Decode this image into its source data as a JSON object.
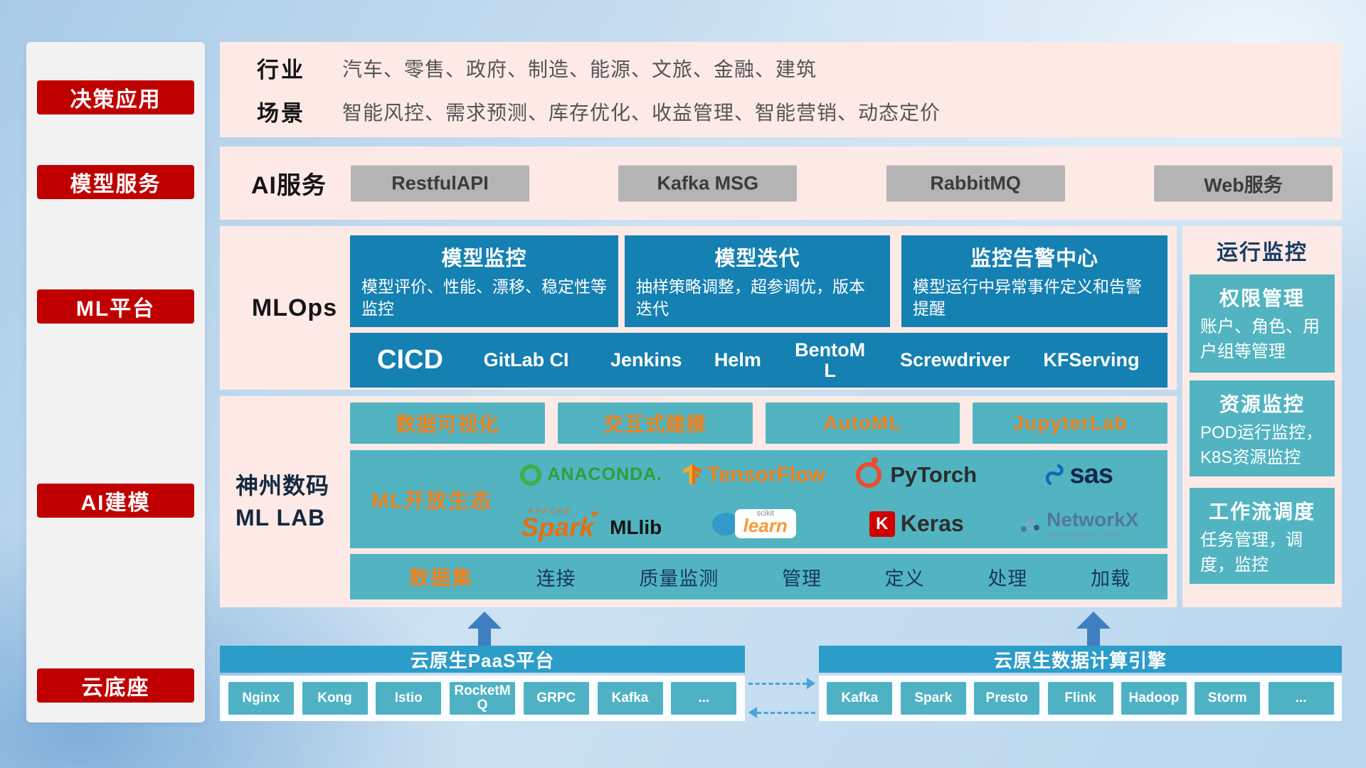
{
  "colors": {
    "red": "#c00000",
    "panel_pink": "#fdeae7",
    "blue": "#1580b2",
    "teal": "#52b4c1",
    "orange": "#f0831e",
    "bar_blue": "#2c9cc9",
    "gray_button": "#b4b4b4"
  },
  "sidebar": {
    "items": [
      {
        "label": "决策应用"
      },
      {
        "label": "模型服务"
      },
      {
        "label": "ML平台"
      },
      {
        "label": "AI建模"
      },
      {
        "label": "云底座"
      }
    ]
  },
  "industry": {
    "rows": [
      {
        "label": "行业",
        "text": "汽车、零售、政府、制造、能源、文旅、金融、建筑"
      },
      {
        "label": "场景",
        "text": "智能风控、需求预测、库存优化、收益管理、智能营销、动态定价"
      }
    ]
  },
  "ai_service": {
    "label": "AI服务",
    "items": [
      {
        "label": "RestfulAPI"
      },
      {
        "label": "Kafka MSG"
      },
      {
        "label": "RabbitMQ"
      },
      {
        "label": "Web服务"
      }
    ]
  },
  "mlops": {
    "label": "MLOps",
    "cards": [
      {
        "title": "模型监控",
        "desc": "模型评价、性能、漂移、稳定性等监控"
      },
      {
        "title": "模型迭代",
        "desc": "抽样策略调整，超参调优，版本迭代"
      },
      {
        "title": "监控告警中心",
        "desc": "模型运行中异常事件定义和告警提醒"
      }
    ],
    "cicd": {
      "label": "CICD",
      "items": [
        {
          "label": "GitLab CI"
        },
        {
          "label": "Jenkins"
        },
        {
          "label": "Helm"
        },
        {
          "label": "BentoML"
        },
        {
          "label": "Screwdriver"
        },
        {
          "label": "KFServing"
        }
      ]
    }
  },
  "mllab": {
    "label_line1": "神州数码",
    "label_line2": "ML LAB",
    "tools": [
      {
        "label": "数据可视化"
      },
      {
        "label": "交互式建模"
      },
      {
        "label": "AutoML"
      },
      {
        "label": "JupyterLab"
      }
    ],
    "ecosystem": {
      "label": "ML开放生态",
      "logos": {
        "anaconda": {
          "text": "ANACONDA."
        },
        "tensorflow": {
          "text": "TensorFlow"
        },
        "pytorch": {
          "text": "PyTorch"
        },
        "sas": {
          "text": "sas"
        },
        "spark": {
          "apache": "APACHE",
          "text": "Spark",
          "star": "★",
          "lib": "MLlib"
        },
        "sklearn": {
          "small": "scikit",
          "text": "learn"
        },
        "keras": {
          "k": "K",
          "text": "Keras"
        },
        "networkx": {
          "text": "NetworkX",
          "subtitle": "Network Analysis in Python"
        }
      }
    },
    "dataset": {
      "label": "数据集",
      "items": [
        {
          "label": "连接"
        },
        {
          "label": "质量监测"
        },
        {
          "label": "管理"
        },
        {
          "label": "定义"
        },
        {
          "label": "处理"
        },
        {
          "label": "加载"
        }
      ]
    }
  },
  "monitoring": {
    "title": "运行监控",
    "cards": [
      {
        "title": "权限管理",
        "desc": "账户、角色、用户组等管理"
      },
      {
        "title": "资源监控",
        "desc": "POD运行监控，K8S资源监控"
      },
      {
        "title": "工作流调度",
        "desc": "任务管理，调度，监控"
      }
    ]
  },
  "paas": {
    "title": "云原生PaaS平台",
    "items": [
      {
        "label": "Nginx"
      },
      {
        "label": "Kong"
      },
      {
        "label": "Istio"
      },
      {
        "label": "RocketMQ"
      },
      {
        "label": "GRPC"
      },
      {
        "label": "Kafka"
      },
      {
        "label": "..."
      }
    ]
  },
  "engine": {
    "title": "云原生数据计算引擎",
    "items": [
      {
        "label": "Kafka"
      },
      {
        "label": "Spark"
      },
      {
        "label": "Presto"
      },
      {
        "label": "Flink"
      },
      {
        "label": "Hadoop"
      },
      {
        "label": "Storm"
      },
      {
        "label": "..."
      }
    ]
  }
}
